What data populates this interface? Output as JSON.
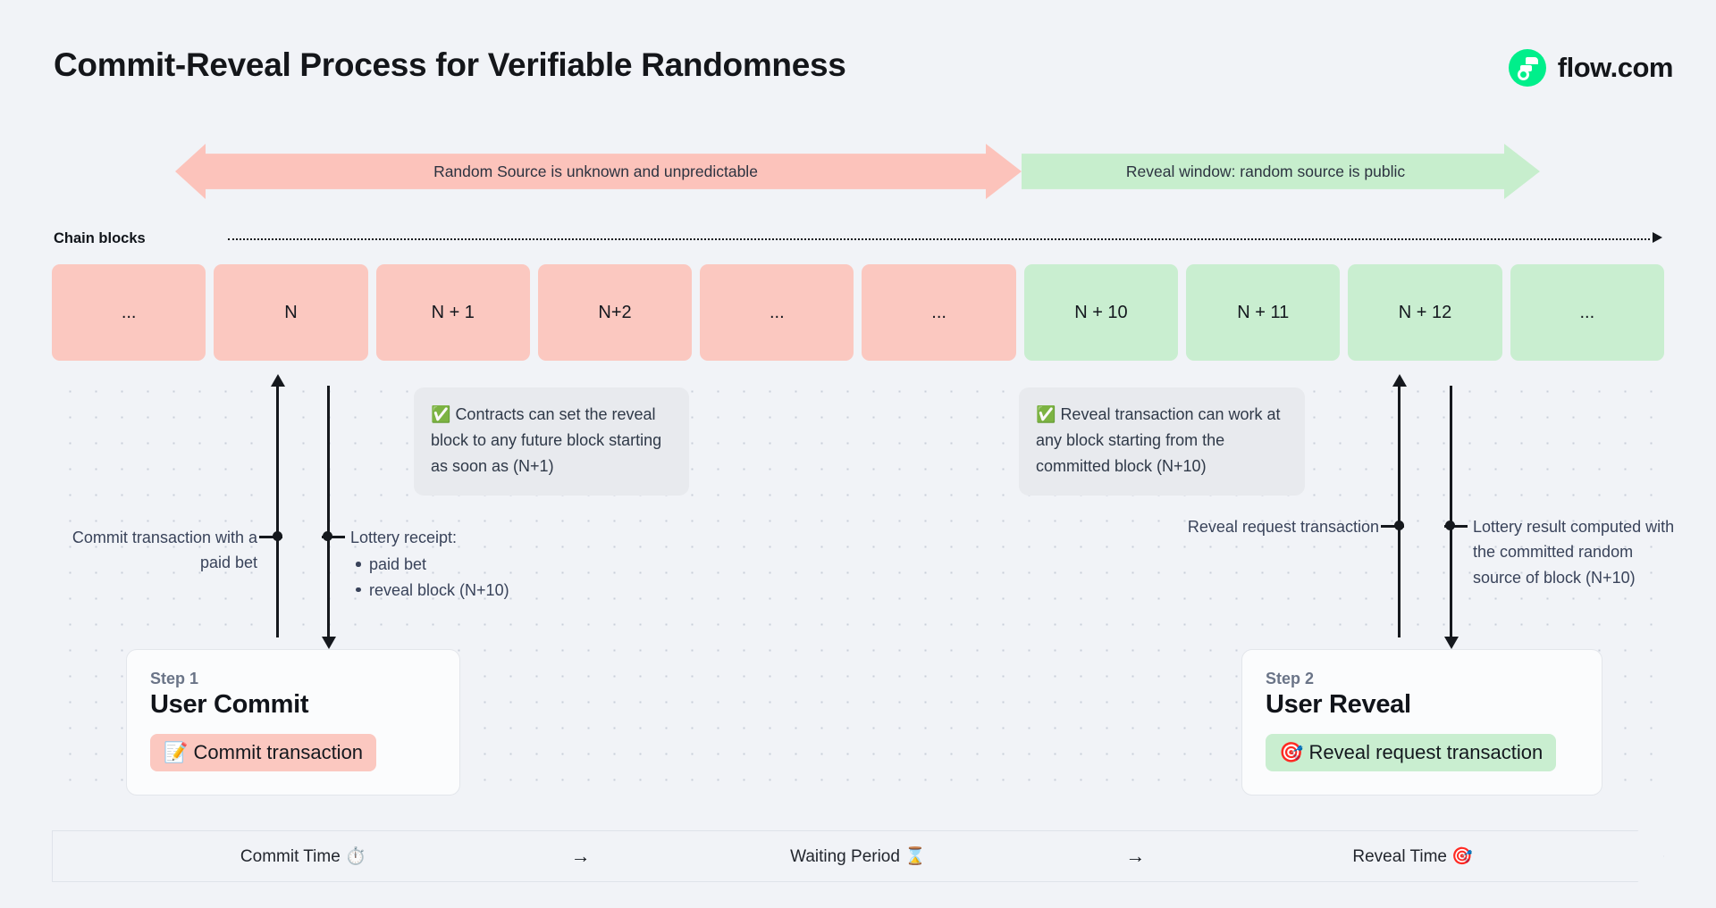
{
  "header": {
    "title": "Commit-Reveal Process for Verifiable Randomness",
    "brand_name": "flow.com",
    "brand_color": "#00ef8b"
  },
  "banners": [
    {
      "id": "unknown",
      "label": "Random Source is unknown and unpredictable",
      "color": "#fcc3bb",
      "direction": "double"
    },
    {
      "id": "reveal",
      "label": "Reveal window: random source is public",
      "color": "#c7eecd",
      "direction": "right"
    }
  ],
  "chain": {
    "axis_label": "Chain blocks",
    "blocks": [
      {
        "label": "...",
        "state": "pink"
      },
      {
        "label": "N",
        "state": "pink"
      },
      {
        "label": "N + 1",
        "state": "pink"
      },
      {
        "label": "N+2",
        "state": "pink"
      },
      {
        "label": "...",
        "state": "pink"
      },
      {
        "label": "...",
        "state": "pink"
      },
      {
        "label": "N + 10",
        "state": "green"
      },
      {
        "label": "N + 11",
        "state": "green"
      },
      {
        "label": "N + 12",
        "state": "green"
      },
      {
        "label": "...",
        "state": "green"
      }
    ],
    "pink_color": "#fbc8c0",
    "green_color": "#c9eed0"
  },
  "notes": {
    "commit": {
      "icon": "✅",
      "text": "Contracts can set the reveal block to any future block starting as soon as (N+1)"
    },
    "reveal": {
      "icon": "✅",
      "text": "Reveal transaction can work at any block starting from the committed block (N+10)"
    }
  },
  "annotations": {
    "commit_tx": "Commit transaction with a paid bet",
    "lottery_receipt_title": "Lottery receipt:",
    "lottery_receipt_items": [
      "paid bet",
      "reveal block (N+10)"
    ],
    "reveal_request": "Reveal request transaction",
    "lottery_result": "Lottery result computed with the committed random source of block (N+10)"
  },
  "steps": [
    {
      "kicker": "Step 1",
      "title": "User Commit",
      "chip_icon": "📝",
      "chip_label": "Commit transaction",
      "chip_color": "#fbc8c0"
    },
    {
      "kicker": "Step 2",
      "title": "User Reveal",
      "chip_icon": "🎯",
      "chip_label": "Reveal request transaction",
      "chip_color": "#c9eed0"
    }
  ],
  "timeline": {
    "phases": [
      {
        "label": "Commit Time",
        "icon": "⏱️"
      },
      {
        "label": "Waiting Period",
        "icon": "⌛"
      },
      {
        "label": "Reveal Time",
        "icon": "🎯"
      }
    ],
    "separator": "→"
  }
}
